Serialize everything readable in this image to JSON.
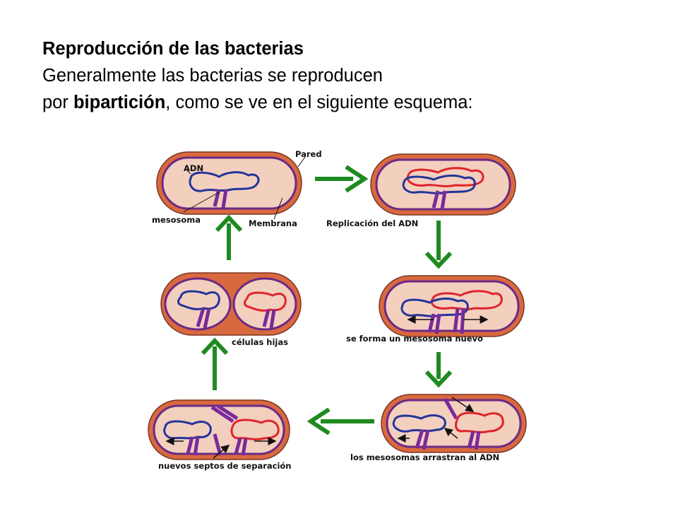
{
  "heading": {
    "title": "Reproducción de las bacterias",
    "line1": "Generalmente las bacterias se reproducen",
    "line2_prefix": "por ",
    "line2_bold": "bipartición",
    "line2_suffix": ", como se ve en el siguiente esquema:"
  },
  "diagram": {
    "labels": {
      "pared": "Pared",
      "adn": "ADN",
      "mesosoma": "mesosoma",
      "membrana": "Membrana",
      "replicacion": "Replicación del ADN",
      "nuevo_mesosoma": "se forma un mesosoma nuevo",
      "arrastran": "los mesosomas arrastran al ADN",
      "septos": "nuevos septos de separación",
      "hijas": "células hijas"
    },
    "colors": {
      "wall": "#d8693f",
      "cytoplasm": "#f3cfbe",
      "membrane": "#6b2a86",
      "dna_original": "#23349a",
      "dna_copy": "#e0242a",
      "mesosome": "#7a2a9a",
      "arrow": "#1f8a1f"
    }
  }
}
